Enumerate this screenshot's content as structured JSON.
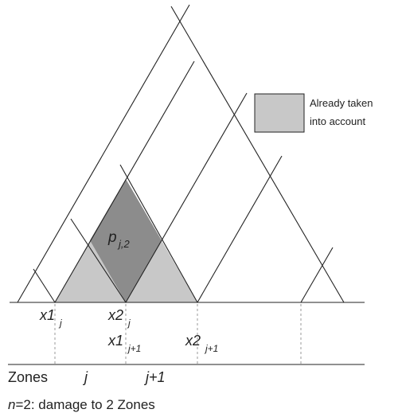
{
  "legend": {
    "text_line1": "Already taken",
    "text_line2": "into account",
    "swatch_color": "#c8c8c8"
  },
  "colors": {
    "light_region": "#c8c8c8",
    "dark_region": "#8c8c8c",
    "lines": "#222222"
  },
  "region_label": {
    "main": "p",
    "sub": "j,2"
  },
  "axis_labels": {
    "x1j": {
      "main": "x1",
      "sub": "j"
    },
    "x2j": {
      "main": "x2",
      "sub": "j"
    },
    "x1j1": {
      "main": "x1",
      "sub": "j+1"
    },
    "x2j1": {
      "main": "x2",
      "sub": "j+1"
    }
  },
  "zones": {
    "label": "Zones",
    "zone_j": "j",
    "zone_j1": "j+1"
  },
  "caption": {
    "n": "n",
    "rest": "=2: damage to 2 Zones"
  }
}
